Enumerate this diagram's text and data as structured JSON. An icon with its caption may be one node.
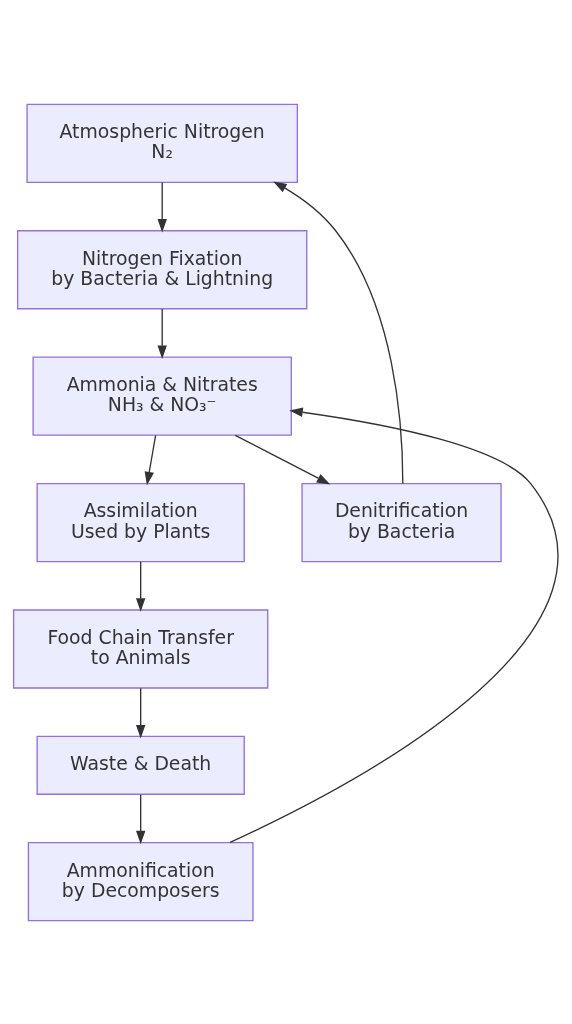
{
  "diagram": {
    "nodes": [
      {
        "text": [
          "Atmospheric Nitrogen",
          "N₂"
        ]
      },
      {
        "text": [
          "Nitrogen Fixation",
          "by Bacteria & Lightning"
        ]
      },
      {
        "text": [
          "Ammonia & Nitrates",
          "NH₃ & NO₃⁻"
        ]
      },
      {
        "text": [
          "Assimilation",
          "Used by Plants"
        ]
      },
      {
        "text": [
          "Denitrification",
          "by Bacteria"
        ]
      },
      {
        "text": [
          "Food Chain Transfer",
          "to Animals"
        ]
      },
      {
        "text": [
          "Waste & Death"
        ]
      },
      {
        "text": [
          "Ammonification",
          "by Decomposers"
        ]
      }
    ],
    "edges": [
      {
        "from": 0,
        "to": 1,
        "arrow": "to"
      },
      {
        "from": 1,
        "to": 2,
        "arrow": "to"
      },
      {
        "from": 2,
        "to": 3,
        "arrow": "to"
      },
      {
        "from": 2,
        "to": 4,
        "arrow": "to"
      },
      {
        "from": 3,
        "to": 5,
        "arrow": "to"
      },
      {
        "from": 5,
        "to": 6,
        "arrow": "to"
      },
      {
        "from": 6,
        "to": 7,
        "arrow": "to"
      },
      {
        "from": 7,
        "to": 2,
        "arrow": "to"
      },
      {
        "from": 4,
        "to": 0,
        "arrow": "to"
      }
    ]
  }
}
